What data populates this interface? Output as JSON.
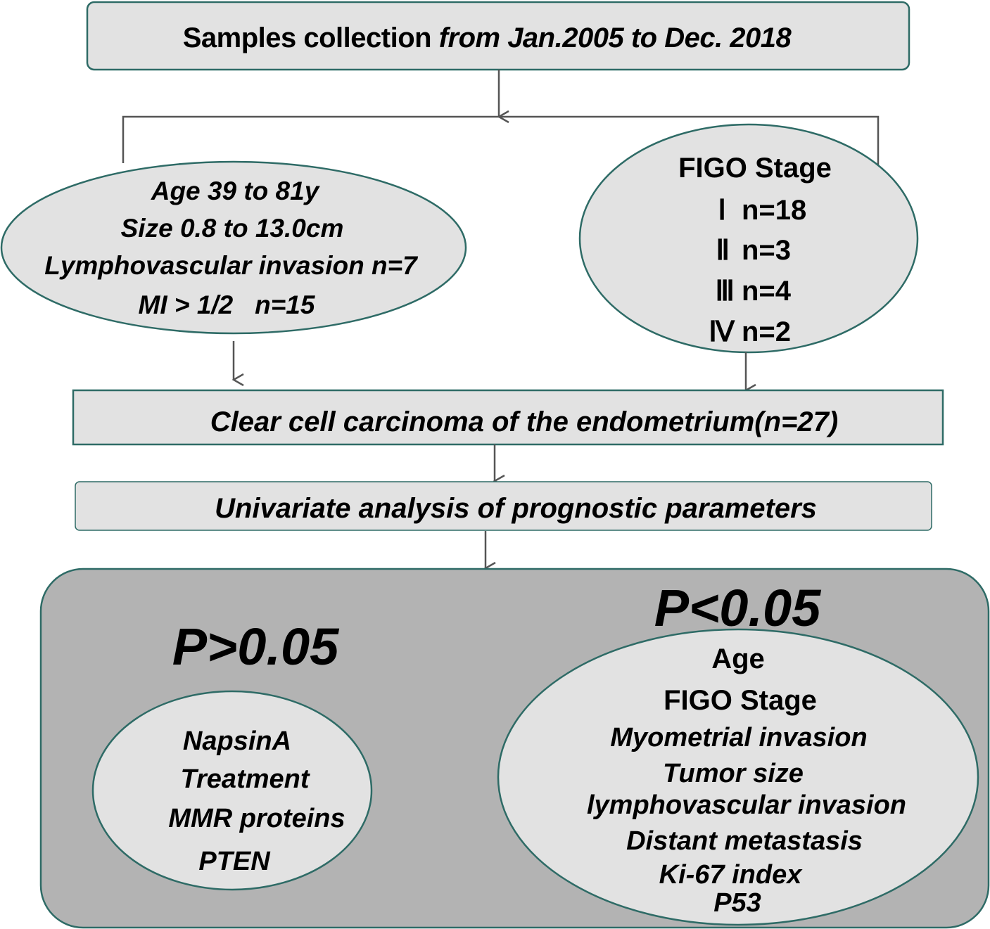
{
  "colors": {
    "box_fill": "#e2e2e2",
    "box_stroke": "#2e6b66",
    "panel_fill": "#b3b3b3",
    "arrow": "#555555",
    "text": "#000000"
  },
  "top_box": {
    "text_regular": "Samples collection ",
    "text_italic": "from Jan.2005 to Dec. 2018"
  },
  "left_oval": {
    "lines": [
      "Age 39 to 81y",
      "Size 0.8 to 13.0cm",
      "Lymphovascular invasion n=7",
      "MI > 1/2   n=15"
    ]
  },
  "right_oval": {
    "title": "FIGO Stage",
    "stages": [
      {
        "numeral": "Ⅰ",
        "count": "n=18"
      },
      {
        "numeral": "Ⅱ",
        "count": "n=3"
      },
      {
        "numeral": "Ⅲ",
        "count": "n=4"
      },
      {
        "numeral": "Ⅳ",
        "count": "n=2"
      }
    ]
  },
  "middle_box": {
    "text": "Clear cell carcinoma of the endometrium(n=27)"
  },
  "analysis_box": {
    "text": "Univariate analysis of prognostic parameters"
  },
  "results_panel": {
    "left_heading": "P>0.05",
    "left_items": [
      "NapsinA",
      "Treatment",
      "MMR proteins",
      "PTEN"
    ],
    "right_heading": "P<0.05",
    "right_items_upright": [
      "Age",
      "FIGO Stage"
    ],
    "right_items_italic": [
      "Myometrial invasion",
      "Tumor size",
      "lymphovascular invasion",
      "Distant metastasis",
      "Ki-67 index",
      "P53"
    ]
  }
}
